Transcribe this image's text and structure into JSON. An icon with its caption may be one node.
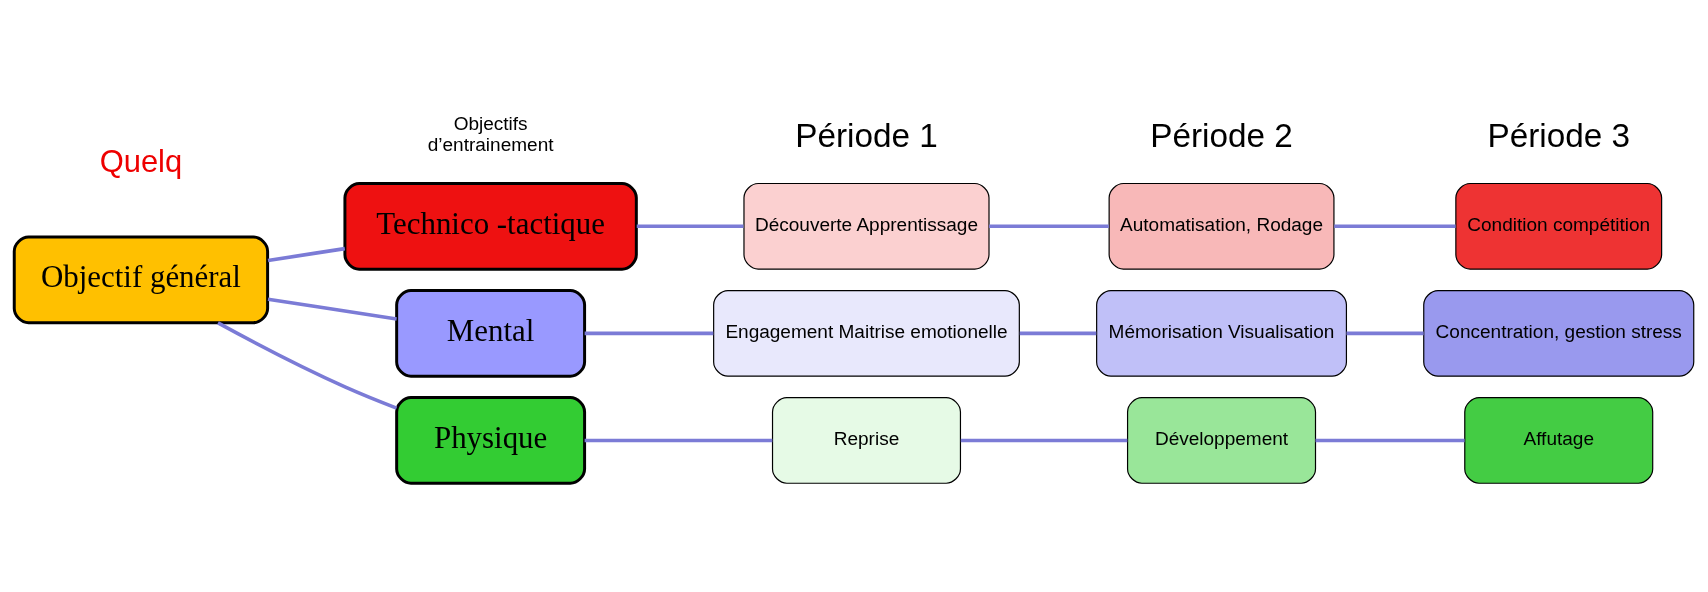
{
  "diagram": {
    "nodes": [
      {
        "text": [
          "Objectif général"
        ]
      },
      {
        "text": [
          "Physique"
        ]
      },
      {
        "text": [
          "Technico -tactique"
        ]
      },
      {
        "text": [
          "Mental"
        ]
      },
      {
        "text": [
          "Reprise"
        ]
      },
      {
        "text": [
          "Développement"
        ]
      },
      {
        "text": [
          "Affutage"
        ]
      },
      {
        "text": [
          "Découverte Apprentissage"
        ]
      },
      {
        "text": [
          "Automatisation, Rodage"
        ]
      },
      {
        "text": [
          "Condition compétition"
        ]
      },
      {
        "text": [
          "Engagement Maitrise emotionelle"
        ]
      },
      {
        "text": [
          "Mémorisation Visualisation"
        ]
      },
      {
        "text": [
          "Concentration, gestion stress"
        ]
      }
    ],
    "edges": [
      {
        "from": 0,
        "to": 1,
        "arrow": "none"
      },
      {
        "from": 0,
        "to": 2,
        "arrow": "none"
      },
      {
        "from": 0,
        "to": 3,
        "arrow": "none"
      },
      {
        "from": 1,
        "to": 4,
        "arrow": "none"
      },
      {
        "from": 4,
        "to": 5,
        "arrow": "none"
      },
      {
        "from": 5,
        "to": 6,
        "arrow": "none"
      },
      {
        "from": 2,
        "to": 7,
        "arrow": "none"
      },
      {
        "from": 7,
        "to": 8,
        "arrow": "none"
      },
      {
        "from": 8,
        "to": 9,
        "arrow": "none"
      },
      {
        "from": 3,
        "to": 10,
        "arrow": "none"
      },
      {
        "from": 10,
        "to": 11,
        "arrow": "none"
      },
      {
        "from": 11,
        "to": 12,
        "arrow": "none"
      }
    ],
    "labels": [
      "Quelq",
      "Objectifs d’entrainement",
      "Période 1",
      "Période 2",
      "Période 3"
    ]
  }
}
